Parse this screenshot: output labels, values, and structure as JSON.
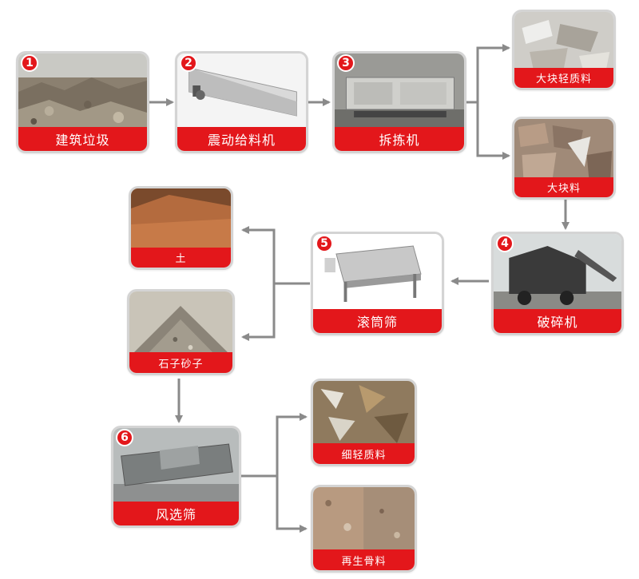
{
  "nodes": {
    "n1": {
      "number": "1",
      "label": "建筑垃圾"
    },
    "n2": {
      "number": "2",
      "label": "震动给料机"
    },
    "n3": {
      "number": "3",
      "label": "拆拣机"
    },
    "n4": {
      "number": "4",
      "label": "破碎机"
    },
    "n5": {
      "number": "5",
      "label": "滚筒筛"
    },
    "n6": {
      "number": "6",
      "label": "风选筛"
    },
    "large_light": {
      "label": "大块轻质料"
    },
    "large_block": {
      "label": "大块料"
    },
    "soil": {
      "label": "土"
    },
    "stone_sand": {
      "label": "石子砂子"
    },
    "fine_light": {
      "label": "细轻质料"
    },
    "recycled_aggregate": {
      "label": "再生骨料"
    }
  },
  "colors": {
    "label_bg": "#e3171b",
    "arrow": "#8a8a8a",
    "card_border": "#d4d4d4"
  }
}
